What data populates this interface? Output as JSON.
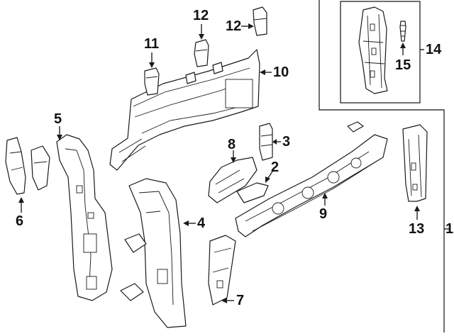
{
  "callouts": {
    "c1": "1",
    "c2": "2",
    "c3": "3",
    "c4": "4",
    "c5": "5",
    "c6": "6",
    "c7": "7",
    "c8": "8",
    "c9": "9",
    "c10": "10",
    "c11": "11",
    "c12a": "12",
    "c12b": "12",
    "c13": "13",
    "c14": "14",
    "c15": "15"
  }
}
